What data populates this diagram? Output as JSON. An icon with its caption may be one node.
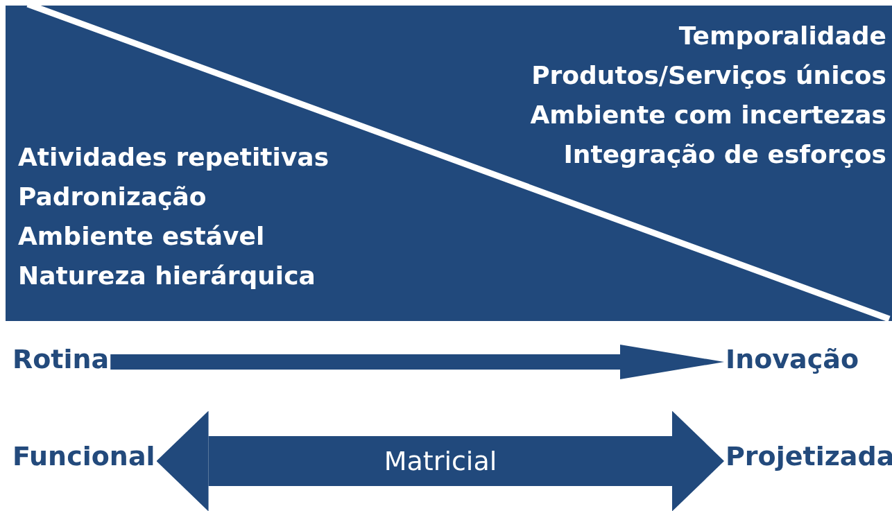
{
  "diagram": {
    "nodes": [
      {
        "text": [
          "Temporalidade",
          "Produtos/Serviços únicos",
          "Ambiente com incertezas",
          "Integração de esforços"
        ]
      },
      {
        "text": [
          "Atividades repetitivas",
          "Padronização",
          "Ambiente estável",
          "Natureza hierárquica"
        ]
      },
      {
        "text": [
          "Rotina"
        ]
      },
      {
        "text": [
          "Inovação"
        ]
      },
      {
        "text": [
          "Funcional"
        ]
      },
      {
        "text": [
          "Projetizada"
        ]
      }
    ],
    "edges": [
      {
        "from": 2,
        "to": 3,
        "arrow": "to"
      },
      {
        "from": 4,
        "to": 5,
        "arrow": "both",
        "style": "thick",
        "label": "Matricial"
      }
    ]
  }
}
